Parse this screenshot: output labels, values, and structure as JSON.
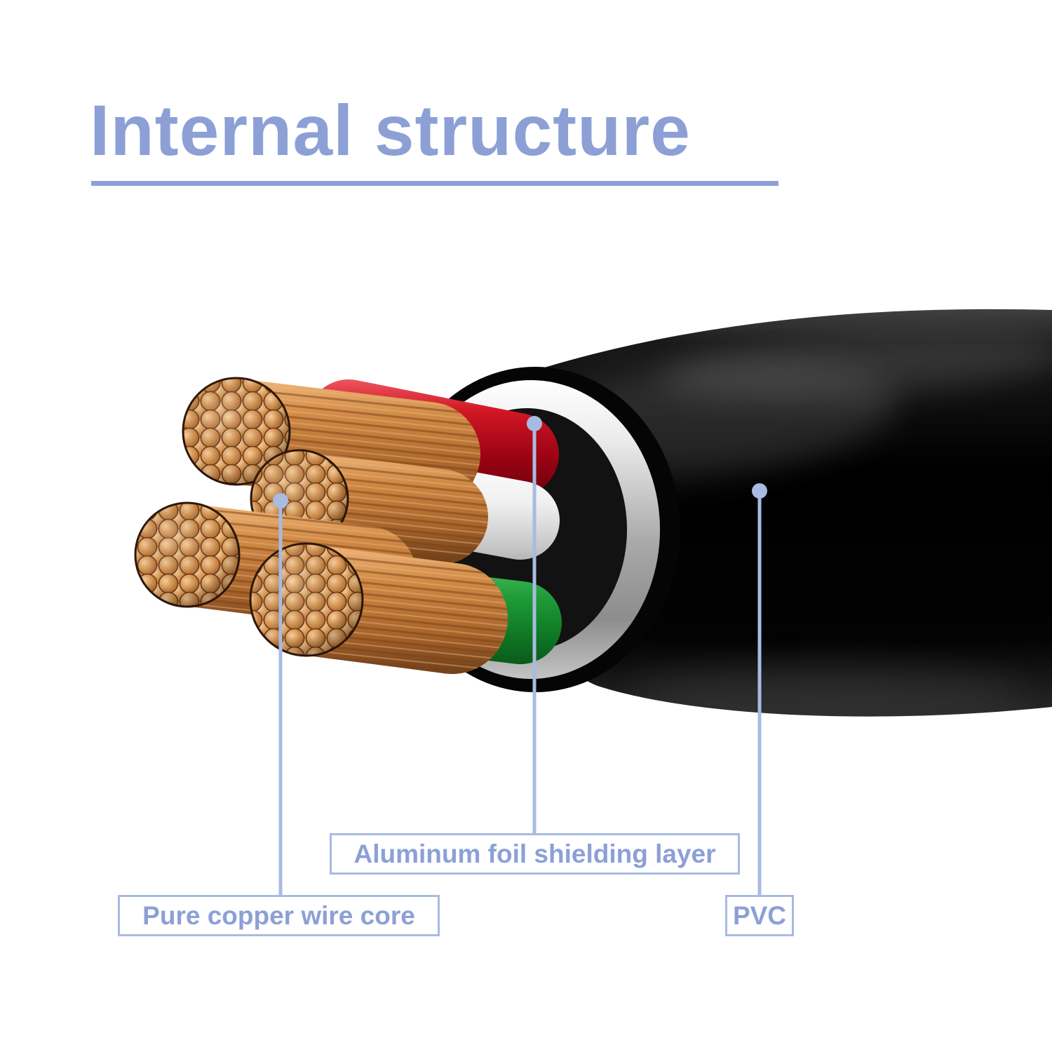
{
  "title": "Internal structure",
  "accent_colors": {
    "heading": "#8ca0d6",
    "callout_border": "#a8bbe0"
  },
  "diagram": {
    "type": "cable-internal-structure-cutaway",
    "callouts": [
      {
        "label": "Aluminum foil shielding layer",
        "target": "aluminum-foil-ring"
      },
      {
        "label": "Pure copper wire core",
        "target": "copper-wire-core"
      },
      {
        "label": "PVC",
        "target": "pvc-jacket"
      }
    ],
    "part_colors": {
      "copper_core": "#c87f3f",
      "wire_insulation_red": "#c00018",
      "wire_insulation_white": "#f0f0f0",
      "wire_insulation_green": "#15882c",
      "aluminum_foil": "#c4c4c4",
      "pvc_jacket": "#0a0a0a",
      "leader_line": "#a8bbe0"
    }
  }
}
